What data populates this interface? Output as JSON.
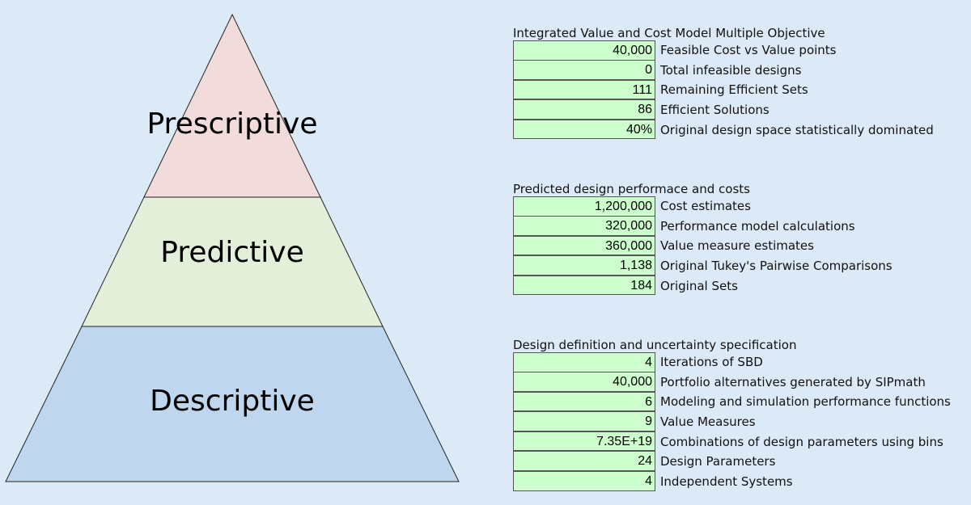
{
  "pyramid": {
    "levels": [
      {
        "label": "Prescriptive",
        "color": "#f1dcdb"
      },
      {
        "label": "Predictive",
        "color": "#e3efd9"
      },
      {
        "label": "Descriptive",
        "color": "#bed7ee"
      }
    ],
    "outline_color": "#222222"
  },
  "panels": [
    {
      "title": "Integrated Value and Cost Model Multiple Objective",
      "rows": [
        {
          "value": "40,000",
          "label": "Feasible Cost vs Value points"
        },
        {
          "value": "0",
          "label": "Total infeasible designs"
        },
        {
          "value": "111",
          "label": "Remaining Efficient Sets"
        },
        {
          "value": "86",
          "label": "Efficient Solutions"
        },
        {
          "value": "40%",
          "label": "Original design space statistically dominated"
        }
      ]
    },
    {
      "title": "Predicted design performace and costs",
      "rows": [
        {
          "value": "1,200,000",
          "label": "Cost estimates"
        },
        {
          "value": "320,000",
          "label": "Performance model calculations"
        },
        {
          "value": "360,000",
          "label": "Value measure estimates"
        },
        {
          "value": "1,138",
          "label": "Original Tukey's Pairwise Comparisons"
        },
        {
          "value": "184",
          "label": "Original Sets"
        }
      ]
    },
    {
      "title": "Design definition and uncertainty specification",
      "rows": [
        {
          "value": "4",
          "label": "Iterations of SBD"
        },
        {
          "value": "40,000",
          "label": "Portfolio alternatives generated by SIPmath"
        },
        {
          "value": "6",
          "label": "Modeling and simulation performance functions"
        },
        {
          "value": "9",
          "label": "Value Measures"
        },
        {
          "value": "7.35E+19",
          "label": "Combinations of design parameters using bins"
        },
        {
          "value": "24",
          "label": "Design Parameters"
        },
        {
          "value": "4",
          "label": "Independent Systems"
        }
      ]
    }
  ]
}
